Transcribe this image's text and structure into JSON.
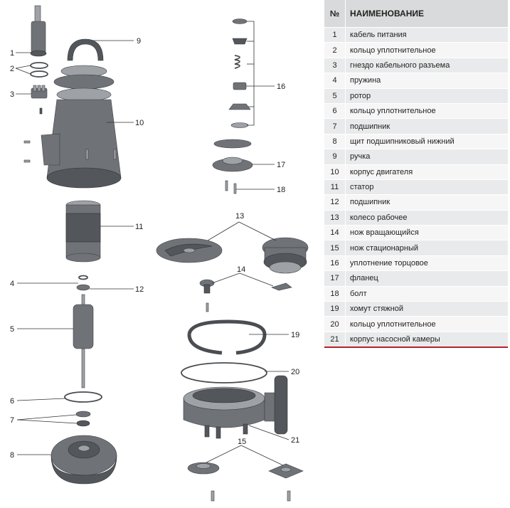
{
  "table": {
    "header_no": "№",
    "header_name": "НАИМЕНОВАНИЕ",
    "rows": [
      {
        "no": "1",
        "name": "кабель питания"
      },
      {
        "no": "2",
        "name": "кольцо уплотнительное"
      },
      {
        "no": "3",
        "name": "гнездо кабельного разъема"
      },
      {
        "no": "4",
        "name": "пружина"
      },
      {
        "no": "5",
        "name": "ротор"
      },
      {
        "no": "6",
        "name": "кольцо уплотнительное"
      },
      {
        "no": "7",
        "name": "подшипник"
      },
      {
        "no": "8",
        "name": "щит подшипниковый нижний"
      },
      {
        "no": "9",
        "name": "ручка"
      },
      {
        "no": "10",
        "name": "корпус двигателя"
      },
      {
        "no": "11",
        "name": "статор"
      },
      {
        "no": "12",
        "name": "подшипник"
      },
      {
        "no": "13",
        "name": "колесо рабочее"
      },
      {
        "no": "14",
        "name": "нож вращающийся"
      },
      {
        "no": "15",
        "name": "нож стационарный"
      },
      {
        "no": "16",
        "name": "уплотнение торцовое"
      },
      {
        "no": "17",
        "name": "фланец"
      },
      {
        "no": "18",
        "name": "болт"
      },
      {
        "no": "19",
        "name": "хомут стяжной"
      },
      {
        "no": "20",
        "name": "кольцо уплотнительное"
      },
      {
        "no": "21",
        "name": "корпус насосной камеры"
      }
    ]
  },
  "callouts": {
    "c1": "1",
    "c2": "2",
    "c3": "3",
    "c4": "4",
    "c5": "5",
    "c6": "6",
    "c7": "7",
    "c8": "8",
    "c9": "9",
    "c10": "10",
    "c11": "11",
    "c12": "12",
    "c13": "13",
    "c14": "14",
    "c15": "15",
    "c16": "16",
    "c17": "17",
    "c18": "18",
    "c19": "19",
    "c20": "20",
    "c21": "21"
  },
  "colors": {
    "accent_line": "#b5232b",
    "part_gray": "#6f7378",
    "header_bg": "#d9dadb"
  }
}
